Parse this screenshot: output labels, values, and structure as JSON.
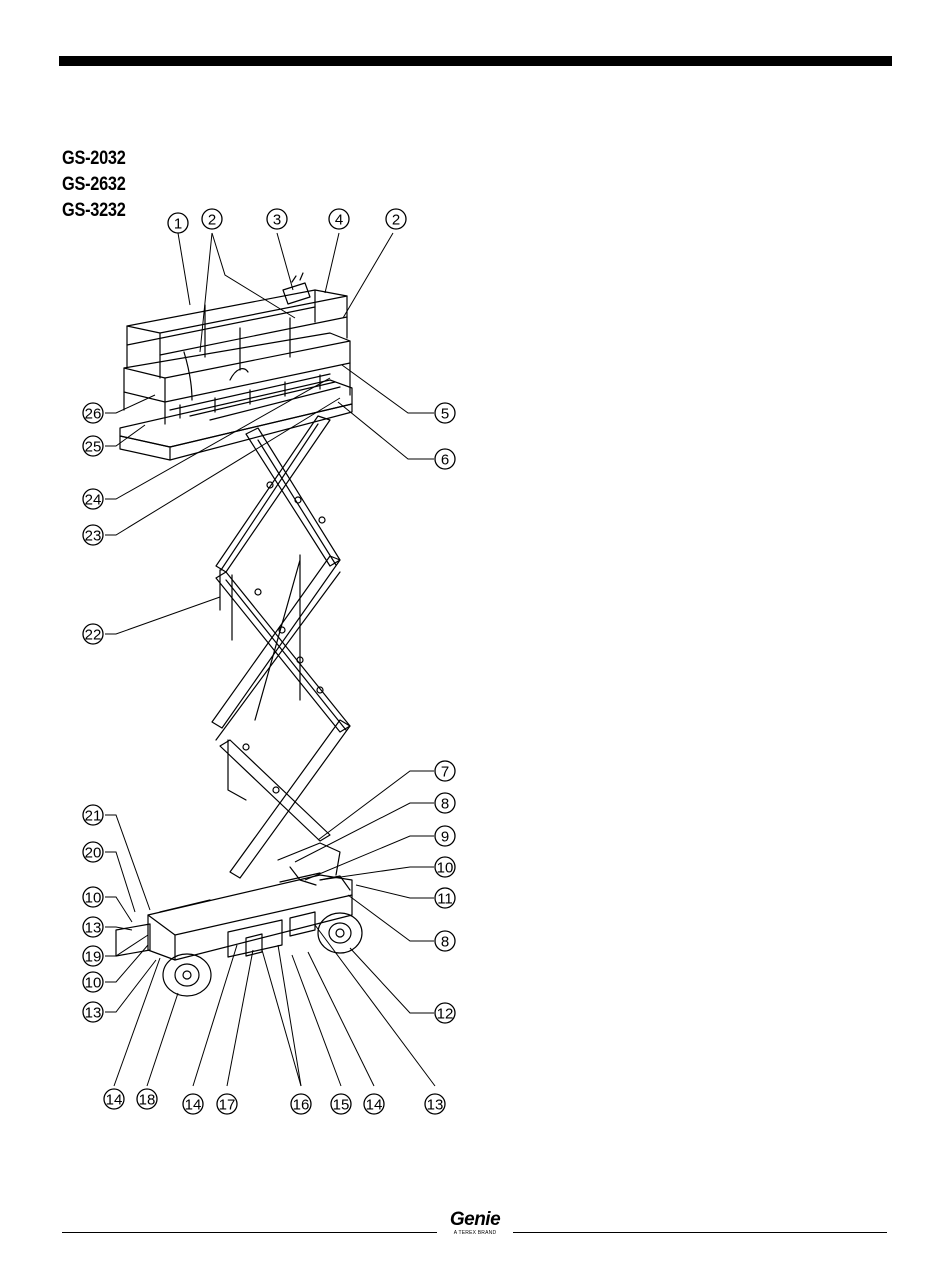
{
  "models": [
    "GS-2032",
    "GS-2632",
    "GS-3232"
  ],
  "callouts": [
    "1",
    "2",
    "3",
    "4",
    "2",
    "5",
    "6",
    "26",
    "25",
    "24",
    "23",
    "22",
    "7",
    "8",
    "9",
    "10",
    "11",
    "8",
    "12",
    "21",
    "20",
    "10",
    "13",
    "19",
    "10",
    "13",
    "14",
    "18",
    "14",
    "17",
    "16",
    "15",
    "14",
    "13"
  ],
  "logo": {
    "word": "Genie",
    "tagline": "A TEREX BRAND"
  }
}
